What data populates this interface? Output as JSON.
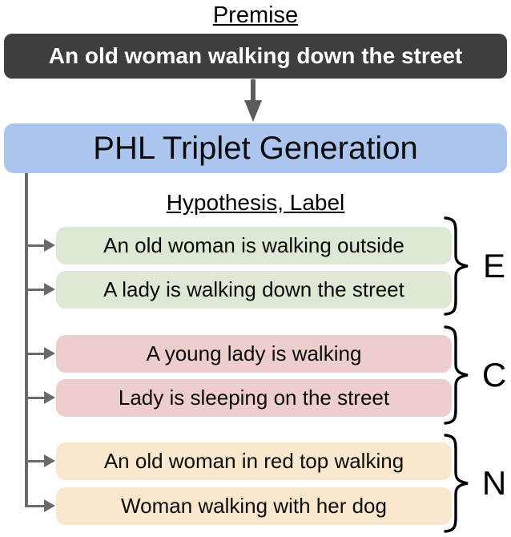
{
  "premise": {
    "title": "Premise",
    "text": "An old woman walking down the street"
  },
  "generator": {
    "label": "PHL Triplet Generation"
  },
  "hypothesis_header": "Hypothesis, Label",
  "groups": [
    {
      "label": "E",
      "box_color": "#dde9d5",
      "items": [
        "An old woman is walking outside",
        "A lady is walking down the street"
      ]
    },
    {
      "label": "C",
      "box_color": "#edcecc",
      "items": [
        "A young lady is walking",
        "Lady is sleeping on the street"
      ]
    },
    {
      "label": "N",
      "box_color": "#fae8ce",
      "items": [
        "An old woman in red top walking",
        "Woman walking with her dog"
      ]
    }
  ],
  "colors": {
    "premise_box": "#3e3e3e",
    "premise_text": "#ffffff",
    "generator_box": "#abc5ef",
    "entailment_box": "#dde9d5",
    "contradiction_box": "#edcecc",
    "neutral_box": "#fae8ce",
    "connector": "#6a6a6a",
    "text": "#000000"
  }
}
